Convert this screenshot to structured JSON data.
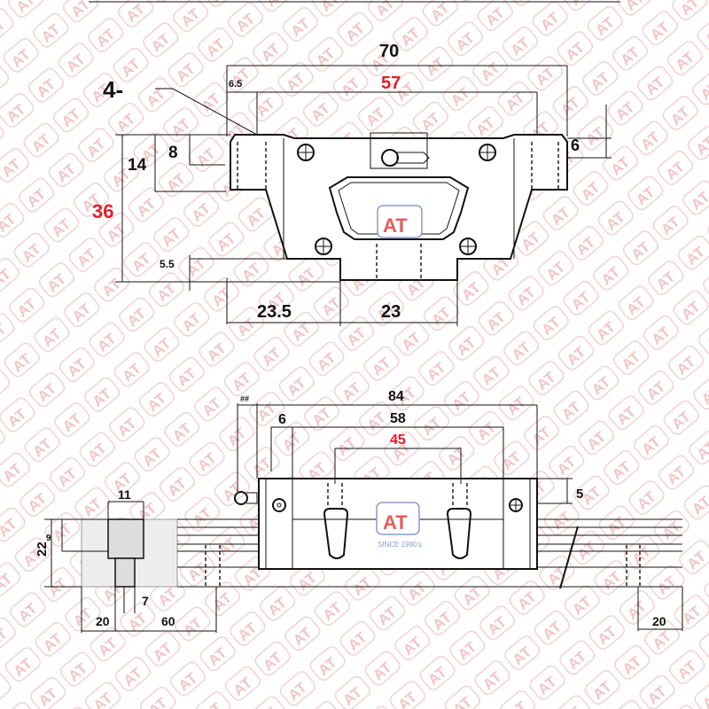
{
  "watermark": {
    "text": "AT",
    "color": "#f3c9c9"
  },
  "logo": {
    "text": "AT",
    "tagline": "SINCE 1980's",
    "color": "#e85a5a",
    "border": "#8a9bd0"
  },
  "accent_color": "#e0202a",
  "front_view": {
    "hole_label": "4-",
    "dims": {
      "width_total": "70",
      "hole_pitch": "57",
      "edge_offset": "6.5",
      "top_thickness": "6",
      "flange_height": "14",
      "tap_depth": "8",
      "total_height": "36",
      "rail_clearance": "5.5",
      "side_offset": "23.5",
      "rail_width": "23"
    }
  },
  "side_view": {
    "dims": {
      "grease_offset": "##",
      "block_length": "84",
      "body_length": "58",
      "hole_spacing": "45",
      "seal_offset": "6",
      "hole_depth": "5",
      "rail_height": "22",
      "cb_depth": "9",
      "cb_diameter": "11",
      "hole_diameter": "7",
      "end_pitch": "20",
      "rail_pitch": "60",
      "end_pitch_right": "20"
    }
  }
}
